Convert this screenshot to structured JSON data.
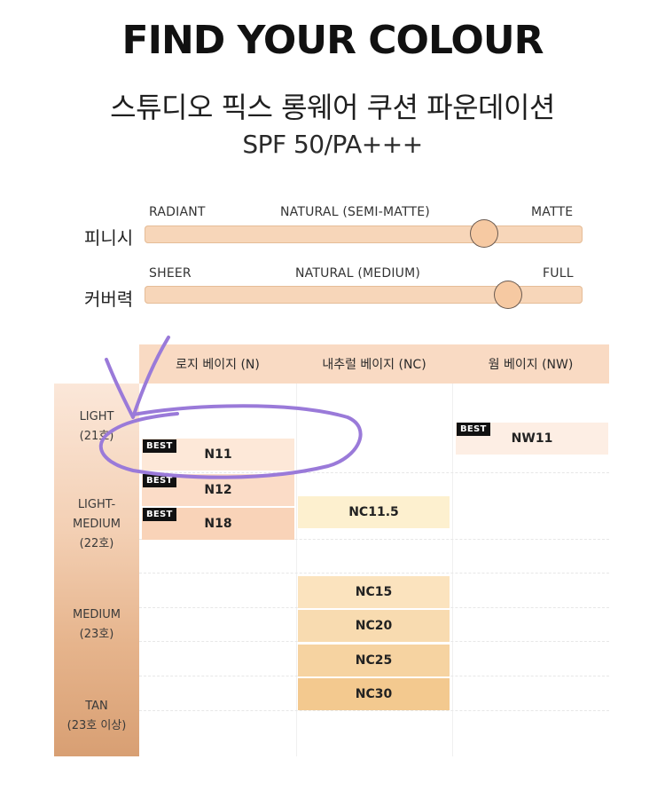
{
  "header": {
    "title": "FIND YOUR COLOUR",
    "subtitle": "스튜디오 픽스 롱웨어 쿠션 파운데이션",
    "spf": "SPF 50/PA+++"
  },
  "sliders": [
    {
      "label": "피니시",
      "left": "RADIANT",
      "middle": "NATURAL (SEMI-MATTE)",
      "right": "MATTE",
      "level": 0.79
    },
    {
      "label": "커버력",
      "left": "SHEER",
      "middle": "NATURAL (MEDIUM)",
      "right": "FULL",
      "level": 0.83
    }
  ],
  "table": {
    "columns": [
      "로지 베이지 (N)",
      "내추럴 베이지 (NC)",
      "웜 베이지 (NW)"
    ],
    "rows": [
      {
        "line1": "LIGHT",
        "line2": "(21호)"
      },
      {
        "line1": "LIGHT-",
        "line2": "MEDIUM",
        "line3": "(22호)"
      },
      {
        "line1": "MEDIUM",
        "line2": "(23호)"
      },
      {
        "line1": "TAN",
        "line2": "(23호 이상)"
      }
    ],
    "best_label": "BEST",
    "shades": {
      "n11": "N11",
      "n12": "N12",
      "n18": "N18",
      "nw11": "NW11",
      "nc11_5": "NC11.5",
      "nc15": "NC15",
      "nc20": "NC20",
      "nc25": "NC25",
      "nc30": "NC30"
    }
  },
  "colors": {
    "n11": "#fde8d8",
    "n12": "#fbdcc7",
    "n18": "#f9d3b8",
    "nw11": "#fdeee4",
    "nc11_5": "#fdf0cf",
    "nc15": "#fbe3be",
    "nc20": "#f8dbb0",
    "nc25": "#f6d3a1",
    "nc30": "#f3c98f",
    "annotation": "#9a7ad9"
  }
}
